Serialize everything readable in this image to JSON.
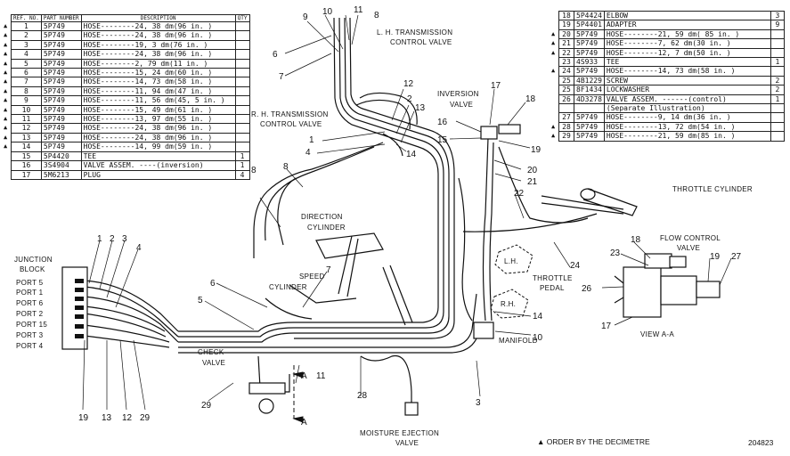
{
  "left_table": {
    "headers": {
      "ref": "REF. NO.",
      "part": "PART NUMBER",
      "desc": "DESCRIPTION",
      "qty": "QTY"
    },
    "rows": [
      {
        "mark": "▲",
        "ref": "1",
        "part": "5P749",
        "desc": "HOSE--------24, 38 dm(96 in. )",
        "qty": ""
      },
      {
        "mark": "▲",
        "ref": "2",
        "part": "5P749",
        "desc": "HOSE--------24, 38 dm(96 in. )",
        "qty": ""
      },
      {
        "mark": "▲",
        "ref": "3",
        "part": "5P749",
        "desc": "HOSE--------19, 3 dm(76 in. )",
        "qty": ""
      },
      {
        "mark": "▲",
        "ref": "4",
        "part": "5P749",
        "desc": "HOSE--------24, 38 dm(96 in. )",
        "qty": ""
      },
      {
        "mark": "▲",
        "ref": "5",
        "part": "5P749",
        "desc": "HOSE--------2, 79 dm(11 in. )",
        "qty": ""
      },
      {
        "mark": "▲",
        "ref": "6",
        "part": "5P749",
        "desc": "HOSE--------15, 24 dm(60 in. )",
        "qty": ""
      },
      {
        "mark": "▲",
        "ref": "7",
        "part": "5P749",
        "desc": "HOSE--------14, 73 dm(58 in. )",
        "qty": ""
      },
      {
        "mark": "▲",
        "ref": "8",
        "part": "5P749",
        "desc": "HOSE--------11, 94 dm(47 in. )",
        "qty": ""
      },
      {
        "mark": "▲",
        "ref": "9",
        "part": "5P749",
        "desc": "HOSE--------11, 56 dm(45, 5 in. )",
        "qty": ""
      },
      {
        "mark": "▲",
        "ref": "10",
        "part": "5P749",
        "desc": "HOSE--------15, 49 dm(61 in. )",
        "qty": ""
      },
      {
        "mark": "▲",
        "ref": "11",
        "part": "5P749",
        "desc": "HOSE--------13, 97 dm(55 in. )",
        "qty": ""
      },
      {
        "mark": "▲",
        "ref": "12",
        "part": "5P749",
        "desc": "HOSE--------24, 38 dm(96 in. )",
        "qty": ""
      },
      {
        "mark": "▲",
        "ref": "13",
        "part": "5P749",
        "desc": "HOSE--------24, 38 dm(96 in. )",
        "qty": ""
      },
      {
        "mark": "▲",
        "ref": "14",
        "part": "5P749",
        "desc": "HOSE--------14, 99 dm(59 in. )",
        "qty": ""
      },
      {
        "mark": "",
        "ref": "15",
        "part": "5P4420",
        "desc": "TEE",
        "qty": "1"
      },
      {
        "mark": "",
        "ref": "16",
        "part": "3S4904",
        "desc": "VALVE ASSEM. ----(inversion)",
        "qty": "1"
      },
      {
        "mark": "",
        "ref": "17",
        "part": "5M6213",
        "desc": "PLUG",
        "qty": "4"
      }
    ]
  },
  "right_table": {
    "rows": [
      {
        "mark": "",
        "ref": "18",
        "part": "5P4424",
        "desc": "ELBOW",
        "qty": "3"
      },
      {
        "mark": "",
        "ref": "19",
        "part": "5P4401",
        "desc": "ADAPTER",
        "qty": "9"
      },
      {
        "mark": "▲",
        "ref": "20",
        "part": "5P749",
        "desc": "HOSE--------21, 59 dm( 85 in. )",
        "qty": ""
      },
      {
        "mark": "▲",
        "ref": "21",
        "part": "5P749",
        "desc": "HOSE--------7, 62 dm(30 in. )",
        "qty": ""
      },
      {
        "mark": "▲",
        "ref": "22",
        "part": "5P749",
        "desc": "HOSE--------12, 7 dm(50 in. )",
        "qty": ""
      },
      {
        "mark": "",
        "ref": "23",
        "part": "4S933",
        "desc": "TEE",
        "qty": "1"
      },
      {
        "mark": "▲",
        "ref": "24",
        "part": "5P749",
        "desc": "HOSE--------14, 73 dm(58 in. )",
        "qty": ""
      },
      {
        "mark": "",
        "ref": "25",
        "part": "4B1229",
        "desc": "SCREW",
        "qty": "2"
      },
      {
        "mark": "",
        "ref": "25",
        "part": "8F1434",
        "desc": "LOCKWASHER",
        "qty": "2"
      },
      {
        "mark": "",
        "ref": "26",
        "part": "4D3278",
        "desc": "VALVE ASSEM. ------(control)",
        "qty": "1"
      },
      {
        "mark": "",
        "ref": "",
        "part": "",
        "desc": "(Separate Illustration)",
        "qty": ""
      },
      {
        "mark": "",
        "ref": "27",
        "part": "5P749",
        "desc": "HOSE--------9, 14 dm(36 in. )",
        "qty": ""
      },
      {
        "mark": "▲",
        "ref": "28",
        "part": "5P749",
        "desc": "HOSE--------13, 72 dm(54 in. )",
        "qty": ""
      },
      {
        "mark": "▲",
        "ref": "29",
        "part": "5P749",
        "desc": "HOSE--------21, 59 dm(85 in. )",
        "qty": ""
      }
    ]
  },
  "labels": {
    "lh_valve": "L. H. TRANSMISSION",
    "lh_valve2": "CONTROL VALVE",
    "rh_valve": "R. H. TRANSMISSION",
    "rh_valve2": "CONTROL VALVE",
    "inversion": "INVERSION",
    "inversion2": "VALVE",
    "throttle_cyl": "THROTTLE CYLINDER",
    "direction": "DIRECTION",
    "direction2": "CYLINDER",
    "flow_control": "FLOW CONTROL",
    "flow_control2": "VALVE",
    "junction": "JUNCTION",
    "junction2": "BLOCK",
    "speed": "SPEED",
    "speed2": "CYLINDER",
    "throttle_pedal": "THROTTLE",
    "throttle_pedal2": "PEDAL",
    "lh": "L.H.",
    "rh": "R.H.",
    "manifold": "MANIFOLD",
    "view": "VIEW A-A",
    "check": "CHECK",
    "check2": "VALVE",
    "moisture": "MOISTURE EJECTION",
    "moisture2": "VALVE",
    "ports": [
      "PORT 5",
      "PORT 1",
      "PORT 6",
      "PORT 2",
      "PORT 15",
      "PORT 3",
      "PORT 4"
    ],
    "section_a": "A"
  },
  "callouts": {
    "c9a": "9",
    "c10a": "10",
    "c11a": "11",
    "c8a": "8",
    "c6a": "6",
    "c7a": "7",
    "c12a": "12",
    "c2a": "2",
    "c13a": "13",
    "c1a": "1",
    "c4a": "4",
    "c14a": "14",
    "c17": "17",
    "c18a": "18",
    "c16": "16",
    "c15": "15",
    "c19a": "19",
    "c20": "20",
    "c21": "21",
    "c22": "22",
    "c8b": "8",
    "c8c": "8",
    "c24": "24",
    "c18b": "18",
    "c23": "23",
    "c19b": "19",
    "c27": "27",
    "c26": "26",
    "c17b": "17",
    "c1b": "1",
    "c2b": "2",
    "c3a": "3",
    "c4b": "4",
    "c6b": "6",
    "c5": "5",
    "c7b": "7",
    "c14b": "14",
    "c10b": "10",
    "c11b": "11",
    "c3b": "3",
    "c28": "28",
    "c29a": "29",
    "c19c": "19",
    "c13b": "13",
    "c12b": "12",
    "c29b": "29"
  },
  "footer": {
    "note": "▲ ORDER BY THE DECIMETRE",
    "code": "204823"
  }
}
